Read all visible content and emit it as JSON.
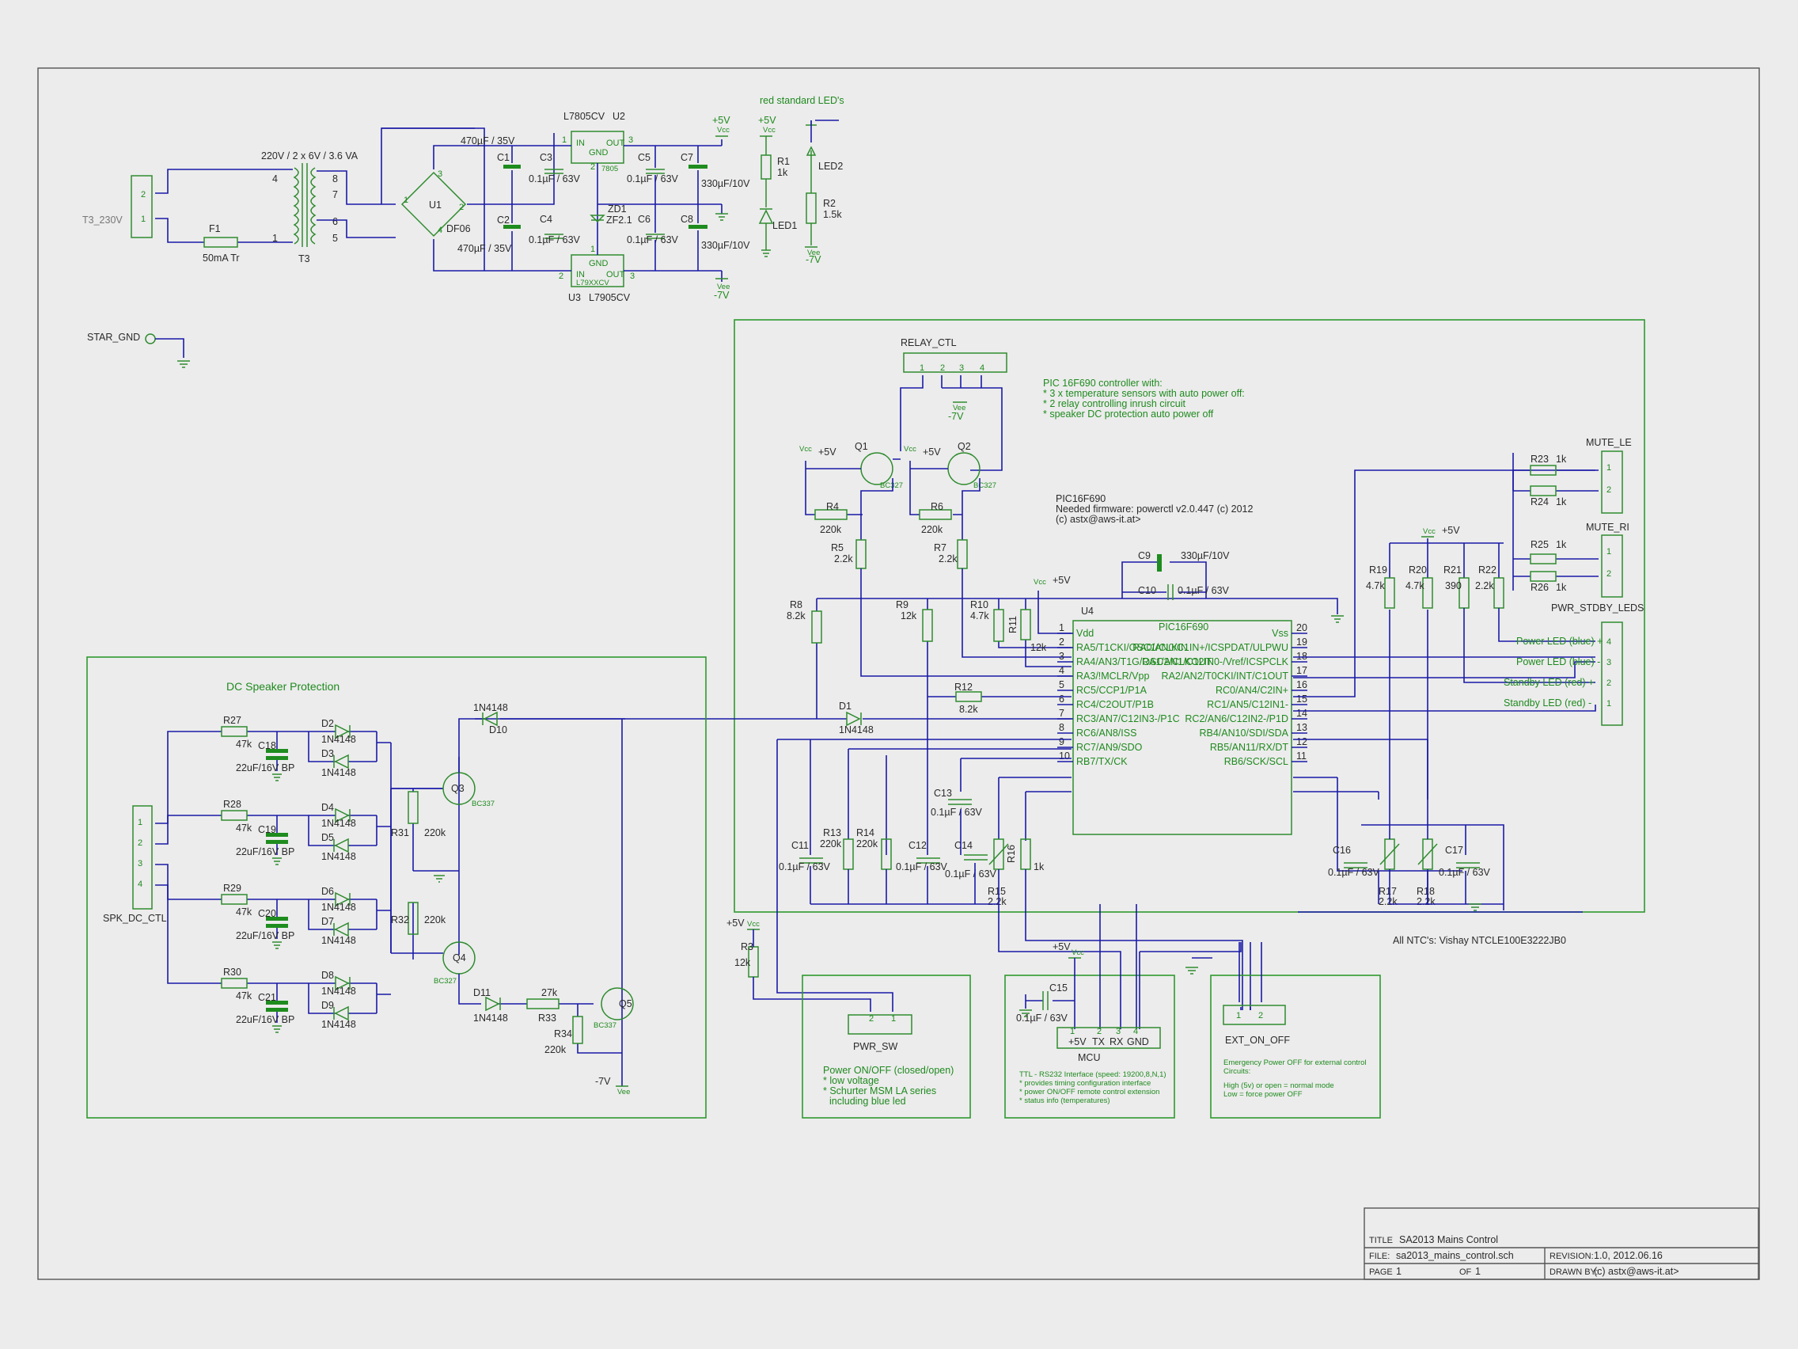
{
  "power_supply": {
    "transformer_conn": "T3_230V",
    "transformer_spec": "220V / 2 x 6V / 3.6 VA",
    "transformer": "T3",
    "fuse": "F1",
    "fuse_value": "50mA Tr",
    "bridge": "U1",
    "bridge_part": "DF06",
    "reg_pos_name": "L7805CV",
    "reg_pos_ref": "U2",
    "reg_pos_body": "7805",
    "reg_neg_name": "L7905CV",
    "reg_neg_ref": "U3",
    "reg_neg_body": "L79XXCV",
    "cap_bulk": "470µF / 35V",
    "cap_small": "0.1µF / 63V",
    "cap_out": "330µF/10V",
    "zener": "ZD1",
    "zener_value": "ZF2.1",
    "labels": {
      "c1": "C1",
      "c2": "C2",
      "c3": "C3",
      "c4": "C4",
      "c5": "C5",
      "c6": "C6",
      "c7": "C7",
      "c8": "C8"
    },
    "rails": {
      "p5": "+5V",
      "m7": "-7V",
      "vcc": "Vcc",
      "vee": "Vee"
    },
    "pins": {
      "in": "IN",
      "out": "OUT",
      "gnd": "GND"
    },
    "led_title": "red standard LED's",
    "led1": "LED1",
    "led2": "LED2",
    "r1": "R1",
    "r1v": "1k",
    "r2": "R2",
    "r2v": "1.5k"
  },
  "star_gnd": "STAR_GND",
  "relay": {
    "conn": "RELAY_CTL",
    "desc": [
      "PIC 16F690 controller with:",
      "* 3 x temperature sensors with auto power off:",
      "* 2 relay controlling inrush circuit",
      "* speaker DC protection auto power off"
    ],
    "q1": "Q1",
    "q2": "Q2",
    "bc327": "BC327",
    "r4": "R4",
    "r6": "R6",
    "r220k": "220k",
    "r5": "R5",
    "r7": "R7",
    "r22k": "2.2k"
  },
  "mcu": {
    "info": [
      "PIC16F690",
      "Needed firmware: powerctl v2.0.447 (c) 2012",
      "(c) astx@aws-it.at>"
    ],
    "ref": "U4",
    "part": "PIC16F690",
    "vdd": "Vdd",
    "vss": "Vss",
    "left_pins": [
      {
        "n": "1",
        "label": "Vdd"
      },
      {
        "n": "2",
        "label": "RA5/T1CKI/OSC1/CLKIN"
      },
      {
        "n": "3",
        "label": "RA4/AN3/T1G/OSC2/CLKOUT"
      },
      {
        "n": "4",
        "label": "RA3/!MCLR/Vpp"
      },
      {
        "n": "5",
        "label": "RC5/CCP1/P1A"
      },
      {
        "n": "6",
        "label": "RC4/C2OUT/P1B"
      },
      {
        "n": "7",
        "label": "RC3/AN7/C12IN3-/P1C"
      },
      {
        "n": "8",
        "label": "RC6/AN8/ISS"
      },
      {
        "n": "9",
        "label": "RC7/AN9/SDO"
      },
      {
        "n": "10",
        "label": "RB7/TX/CK"
      }
    ],
    "right_pins": [
      {
        "n": "20",
        "label": "Vss"
      },
      {
        "n": "19",
        "label": "RA0/AN0/C1IN+/ICSPDAT/ULPWU"
      },
      {
        "n": "18",
        "label": "RA1/AN1/C12IN0-/Vref/ICSPCLK"
      },
      {
        "n": "17",
        "label": "RA2/AN2/T0CKI/INT/C1OUT"
      },
      {
        "n": "16",
        "label": "RC0/AN4/C2IN+"
      },
      {
        "n": "15",
        "label": "RC1/AN5/C12IN1-"
      },
      {
        "n": "14",
        "label": "RC2/AN6/C12IN2-/P1D"
      },
      {
        "n": "13",
        "label": "RB4/AN10/SDI/SDA"
      },
      {
        "n": "12",
        "label": "RB5/AN11/RX/DT"
      },
      {
        "n": "11",
        "label": "RB6/SCK/SCL"
      }
    ],
    "c9": "C9",
    "c9v": "330µF/10V",
    "c10": "C10",
    "c10v": "0.1µF / 63V",
    "r8": "R8",
    "r8v": "8.2k",
    "r9": "R9",
    "r9v": "12k",
    "r10": "R10",
    "r10v": "4.7k",
    "r11": "R11",
    "r11v": "12k",
    "r12": "R12",
    "r12v": "8.2k",
    "d1": "D1",
    "d1v": "1N4148",
    "c11": "C11",
    "c12": "C12",
    "c13": "C13",
    "c14": "C14",
    "cv": "0.1µF / 63V",
    "r13": "R13",
    "r14": "R14",
    "r220k": "220k",
    "r15": "R15",
    "r15v": "2.2k",
    "r16": "R16",
    "r16v": "1k",
    "r17": "R17",
    "r18": "R18",
    "r22k": "2.2k",
    "c16": "C16",
    "c17": "C17",
    "r19": "R19",
    "r19v": "4.7k",
    "r20": "R20",
    "r20v": "4.7k",
    "r21": "R21",
    "r21v": "390",
    "r22": "R22",
    "r22v": "2.2k",
    "ntc_note": "All NTC's: Vishay NTCLE100E3222JB0"
  },
  "leds": {
    "mute_le": "MUTE_LE",
    "mute_ri": "MUTE_RI",
    "r23": "R23",
    "r24": "R24",
    "r25": "R25",
    "r26": "R26",
    "r1k": "1k",
    "pwr_conn": "PWR_STDBY_LEDS",
    "pwr_labels": [
      "Power LED (blue) +",
      "Power LED (blue) -",
      "Standby LED (red) +",
      "Standby LED (red) -"
    ]
  },
  "speaker": {
    "title": "DC Speaker Protection",
    "conn": "SPK_DC_CTL",
    "r27": "R27",
    "r28": "R28",
    "r29": "R29",
    "r30": "R30",
    "r47k": "47k",
    "c18": "C18",
    "c19": "C19",
    "c20": "C20",
    "c21": "C21",
    "cbp": "22uF/16V BP",
    "diodes": [
      "D2",
      "D3",
      "D4",
      "D5",
      "D6",
      "D7",
      "D8",
      "D9"
    ],
    "d1n": "1N4148",
    "d10": "D10",
    "d11": "D11",
    "r31": "R31",
    "r32": "R32",
    "r220k": "220k",
    "q3": "Q3",
    "q4": "Q4",
    "q5": "Q5",
    "bc337": "BC337",
    "bc327": "BC327",
    "r33": "R33",
    "r33v": "27k",
    "r34": "R34",
    "r34v": "220k",
    "m7": "-7V"
  },
  "pwr_sw": {
    "r3": "R3",
    "r3v": "12k",
    "conn": "PWR_SW",
    "desc": [
      "Power ON/OFF (closed/open)",
      "* low voltage",
      "* Schurter MSM LA series",
      "including blue led"
    ]
  },
  "mcu_conn": {
    "c15": "C15",
    "c15v": "0.1µF / 63V",
    "conn": "MCU",
    "pins": [
      "+5V",
      "TX",
      "RX",
      "GND"
    ],
    "desc": [
      "TTL - RS232 Interface (speed: 19200,8,N,1)",
      "* provides timing configuration interface",
      "* power ON/OFF remote control extension",
      "* status info (temperatures)"
    ]
  },
  "ext": {
    "conn": "EXT_ON_OFF",
    "desc": [
      "Emergency Power OFF for external control",
      "Circuits:",
      "High (5v) or open = normal mode",
      "Low = force power OFF"
    ]
  },
  "title_block": {
    "title_label": "TITLE",
    "title": "SA2013 Mains Control",
    "file_label": "FILE:",
    "file": "sa2013_mains_control.sch",
    "revision_label": "REVISION:",
    "revision": "1.0, 2012.06.16",
    "page_label": "PAGE",
    "page": "1",
    "of_label": "OF",
    "of": "1",
    "drawn_label": "DRAWN BY:",
    "drawn": "(c) astx@aws-it.at>"
  }
}
